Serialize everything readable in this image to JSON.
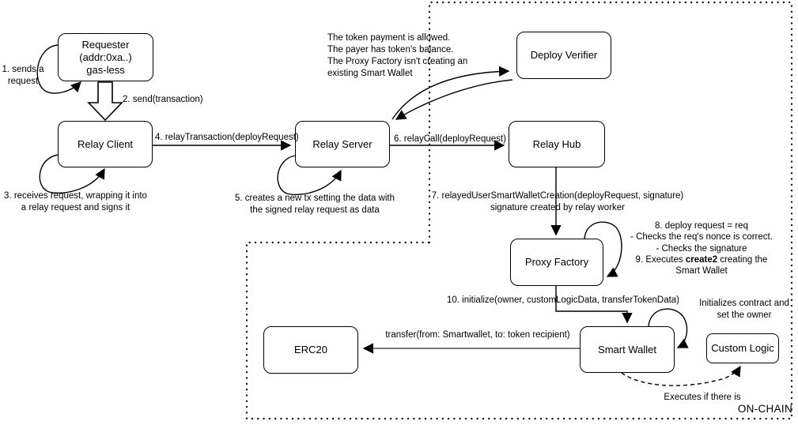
{
  "diagram": {
    "boxes": {
      "requester": {
        "line1": "Requester",
        "line2": "(addr:0xa..)",
        "line3": "gas-less"
      },
      "relay_client": {
        "label": "Relay Client"
      },
      "relay_server": {
        "label": "Relay Server"
      },
      "deploy_verifier": {
        "label": "Deploy Verifier"
      },
      "relay_hub": {
        "label": "Relay Hub"
      },
      "proxy_factory": {
        "label": "Proxy Factory"
      },
      "smart_wallet": {
        "label": "Smart Wallet"
      },
      "erc20": {
        "label": "ERC20"
      },
      "custom_logic": {
        "label": "Custom Logic"
      }
    },
    "annotations": {
      "step1": {
        "line1": "1. sends a",
        "line2": "request"
      },
      "step2": {
        "label": "2. send(transaction)"
      },
      "step3": {
        "line1": "3. receives request, wrapping it into",
        "line2": "a relay request and signs it"
      },
      "step4": {
        "label": "4. relayTransaction(deployRequest)"
      },
      "step5": {
        "line1": "5. creates a new tx setting the data with",
        "line2": "the signed relay request as data"
      },
      "step6": {
        "label": "6. relayCall(deployRequest)"
      },
      "verifier_note": {
        "line1": "The token payment is allowed.",
        "line2": "The payer has token's balance.",
        "line3": "The Proxy Factory isn't creating an",
        "line4": "existing Smart Wallet"
      },
      "step7": {
        "line1": "7. relayedUserSmartWalletCreation(deployRequest, signature)",
        "line2": "signature created by relay worker"
      },
      "step8_9": {
        "line1": "8. deploy request = req",
        "line2": "- Checks the req's nonce is correct.",
        "line3": "- Checks the signature",
        "line4_prefix": "9. Executes ",
        "line4_bold": "create2",
        "line4_suffix": " creating the",
        "line5": "Smart Wallet"
      },
      "step10": {
        "label": "10. initialize(owner, customLogicData, transferTokenData)"
      },
      "initializes_note": {
        "line1": "Initializes contract and",
        "line2": "set the owner"
      },
      "transfer_label": {
        "label": "transfer(from: Smartwallet, to: token recipient)"
      },
      "executes_label": {
        "label": "Executes if there is"
      },
      "onchain_label": {
        "label": "ON-CHAIN"
      }
    },
    "colors": {
      "stroke": "#000000",
      "background": "#ffffff",
      "transfer_line": "#4d4d4d",
      "boundary_dots": "#1a1a1a"
    }
  }
}
